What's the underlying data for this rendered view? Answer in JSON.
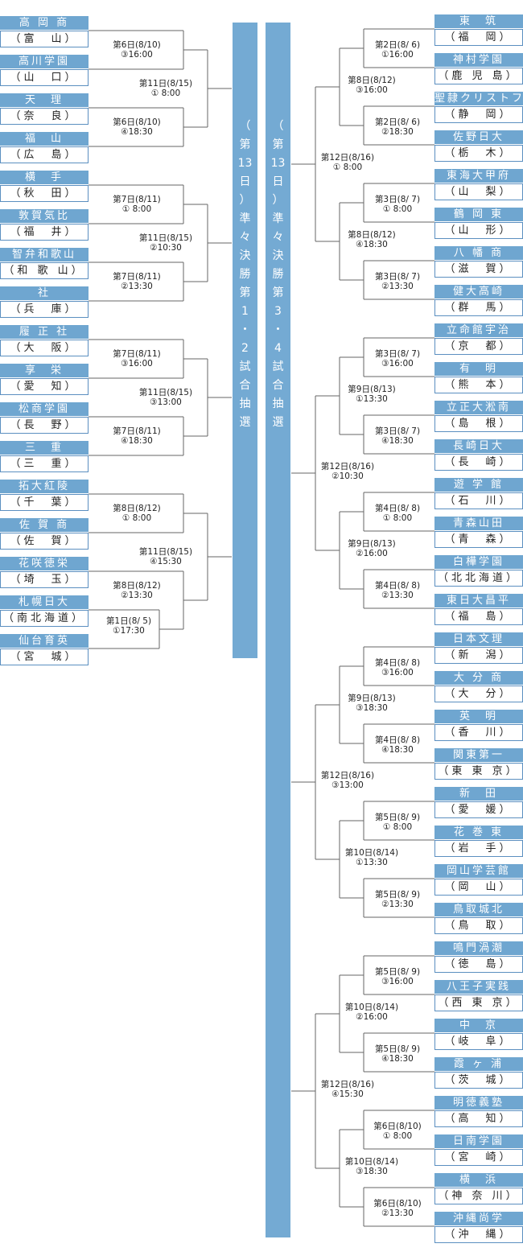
{
  "colors": {
    "banner": "#74aad3",
    "team_fill": "#6fa6d0",
    "line": "#666666"
  },
  "banner_left": [
    "（",
    "第",
    "13",
    "日",
    "）",
    "準",
    "々",
    "決",
    "勝",
    "第",
    "1",
    "・",
    "2",
    "試",
    "合",
    "抽",
    "選"
  ],
  "banner_right": [
    "（",
    "第",
    "13",
    "日",
    "）",
    "準",
    "々",
    "決",
    "勝",
    "第",
    "3",
    "・",
    "4",
    "試",
    "合",
    "抽",
    "選"
  ],
  "left_teams": [
    {
      "name": "高 岡 商",
      "pref": "（富　山）"
    },
    {
      "name": "高川学園",
      "pref": "（山　口）"
    },
    {
      "name": "天　理",
      "pref": "（奈　良）"
    },
    {
      "name": "福　山",
      "pref": "（広　島）"
    },
    {
      "name": "横　手",
      "pref": "（秋　田）"
    },
    {
      "name": "敦賀気比",
      "pref": "（福　井）"
    },
    {
      "name": "智弁和歌山",
      "pref": "（和 歌 山）"
    },
    {
      "name": "社",
      "pref": "（兵　庫）"
    },
    {
      "name": "履 正 社",
      "pref": "（大　阪）"
    },
    {
      "name": "享　栄",
      "pref": "（愛　知）"
    },
    {
      "name": "松商学園",
      "pref": "（長　野）"
    },
    {
      "name": "三　重",
      "pref": "（三　重）"
    },
    {
      "name": "拓大紅陵",
      "pref": "（千　葉）"
    },
    {
      "name": "佐 賀 商",
      "pref": "（佐　賀）"
    },
    {
      "name": "花咲徳栄",
      "pref": "（埼　玉）"
    },
    {
      "name": "札幌日大",
      "pref": "（南北海道）"
    },
    {
      "name": "仙台育英",
      "pref": "（宮　城）"
    }
  ],
  "right_teams": [
    {
      "name": "東　筑",
      "pref": "（福　岡）"
    },
    {
      "name": "神村学園",
      "pref": "（鹿 児 島）"
    },
    {
      "name": "聖隷クリストファー",
      "pref": "（静　岡）"
    },
    {
      "name": "佐野日大",
      "pref": "（栃　木）"
    },
    {
      "name": "東海大甲府",
      "pref": "（山　梨）"
    },
    {
      "name": "鶴 岡 東",
      "pref": "（山　形）"
    },
    {
      "name": "八 幡 商",
      "pref": "（滋　賀）"
    },
    {
      "name": "健大高崎",
      "pref": "（群　馬）"
    },
    {
      "name": "立命館宇治",
      "pref": "（京　都）"
    },
    {
      "name": "有　明",
      "pref": "（熊　本）"
    },
    {
      "name": "立正大淞南",
      "pref": "（島　根）"
    },
    {
      "name": "長崎日大",
      "pref": "（長　崎）"
    },
    {
      "name": "遊 学 館",
      "pref": "（石　川）"
    },
    {
      "name": "青森山田",
      "pref": "（青　森）"
    },
    {
      "name": "白樺学園",
      "pref": "（北北海道）"
    },
    {
      "name": "東日大昌平",
      "pref": "（福　島）"
    },
    {
      "name": "日本文理",
      "pref": "（新　潟）"
    },
    {
      "name": "大 分 商",
      "pref": "（大　分）"
    },
    {
      "name": "英　明",
      "pref": "（香　川）"
    },
    {
      "name": "関東第一",
      "pref": "（東 東 京）"
    },
    {
      "name": "新　田",
      "pref": "（愛　媛）"
    },
    {
      "name": "花 巻 東",
      "pref": "（岩　手）"
    },
    {
      "name": "岡山学芸館",
      "pref": "（岡　山）"
    },
    {
      "name": "鳥取城北",
      "pref": "（鳥　取）"
    },
    {
      "name": "鳴門渦潮",
      "pref": "（徳　島）"
    },
    {
      "name": "八王子実践",
      "pref": "（西 東 京）"
    },
    {
      "name": "中　京",
      "pref": "（岐　阜）"
    },
    {
      "name": "霞 ヶ 浦",
      "pref": "（茨　城）"
    },
    {
      "name": "明徳義塾",
      "pref": "（高　知）"
    },
    {
      "name": "日南学園",
      "pref": "（宮　崎）"
    },
    {
      "name": "横　浜",
      "pref": "（神 奈 川）"
    },
    {
      "name": "沖縄尚学",
      "pref": "（沖　縄）"
    }
  ],
  "left_first_round": {
    "date": "第1日(8/ 5)",
    "time": "①17:30"
  },
  "left_r1": [
    {
      "date": "第6日(8/10)",
      "time": "③16:00"
    },
    {
      "date": "第6日(8/10)",
      "time": "④18:30"
    },
    {
      "date": "第7日(8/11)",
      "time": "① 8:00"
    },
    {
      "date": "第7日(8/11)",
      "time": "②13:30"
    },
    {
      "date": "第7日(8/11)",
      "time": "③16:00"
    },
    {
      "date": "第7日(8/11)",
      "time": "④18:30"
    },
    {
      "date": "第8日(8/12)",
      "time": "① 8:00"
    },
    {
      "date": "第8日(8/12)",
      "time": "②13:30"
    }
  ],
  "left_r2": [
    {
      "date": "第11日(8/15)",
      "time": "① 8:00"
    },
    {
      "date": "第11日(8/15)",
      "time": "②10:30"
    },
    {
      "date": "第11日(8/15)",
      "time": "③13:00"
    },
    {
      "date": "第11日(8/15)",
      "time": "④15:30"
    }
  ],
  "right_r1": [
    {
      "date": "第2日(8/ 6)",
      "time": "①16:00"
    },
    {
      "date": "第2日(8/ 6)",
      "time": "②18:30"
    },
    {
      "date": "第3日(8/ 7)",
      "time": "① 8:00"
    },
    {
      "date": "第3日(8/ 7)",
      "time": "②13:30"
    },
    {
      "date": "第3日(8/ 7)",
      "time": "③16:00"
    },
    {
      "date": "第3日(8/ 7)",
      "time": "④18:30"
    },
    {
      "date": "第4日(8/ 8)",
      "time": "① 8:00"
    },
    {
      "date": "第4日(8/ 8)",
      "time": "②13:30"
    },
    {
      "date": "第4日(8/ 8)",
      "time": "③16:00"
    },
    {
      "date": "第4日(8/ 8)",
      "time": "④18:30"
    },
    {
      "date": "第5日(8/ 9)",
      "time": "① 8:00"
    },
    {
      "date": "第5日(8/ 9)",
      "time": "②13:30"
    },
    {
      "date": "第5日(8/ 9)",
      "time": "③16:00"
    },
    {
      "date": "第5日(8/ 9)",
      "time": "④18:30"
    },
    {
      "date": "第6日(8/10)",
      "time": "① 8:00"
    },
    {
      "date": "第6日(8/10)",
      "time": "②13:30"
    }
  ],
  "right_r2": [
    {
      "date": "第8日(8/12)",
      "time": "③16:00"
    },
    {
      "date": "第8日(8/12)",
      "time": "④18:30"
    },
    {
      "date": "第9日(8/13)",
      "time": "①13:30"
    },
    {
      "date": "第9日(8/13)",
      "time": "②16:00"
    },
    {
      "date": "第9日(8/13)",
      "time": "③18:30"
    },
    {
      "date": "第10日(8/14)",
      "time": "①13:30"
    },
    {
      "date": "第10日(8/14)",
      "time": "②16:00"
    },
    {
      "date": "第10日(8/14)",
      "time": "③18:30"
    }
  ],
  "right_r3": [
    {
      "date": "第12日(8/16)",
      "time": "① 8:00"
    },
    {
      "date": "第12日(8/16)",
      "time": "②10:30"
    },
    {
      "date": "第12日(8/16)",
      "time": "③13:00"
    },
    {
      "date": "第12日(8/16)",
      "time": "④15:30"
    }
  ]
}
